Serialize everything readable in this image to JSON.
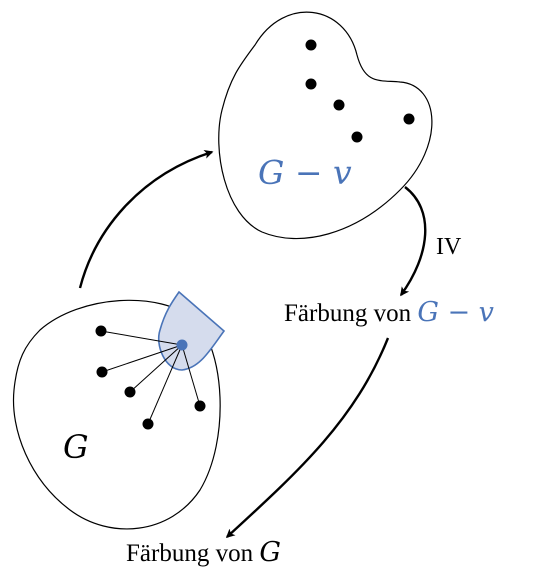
{
  "labels": {
    "graph_g": "G",
    "graph_g_minus_v": "G − v",
    "induction_hypothesis": "IV",
    "coloring_g_minus_v_prefix": "Färbung von",
    "coloring_g_minus_v_math": "G − v",
    "coloring_g_prefix": "Färbung von",
    "coloring_g_math": "G"
  },
  "colors": {
    "accent_blue": "#4a74b8",
    "region_fill": "#d5dced",
    "stroke": "#000000"
  }
}
